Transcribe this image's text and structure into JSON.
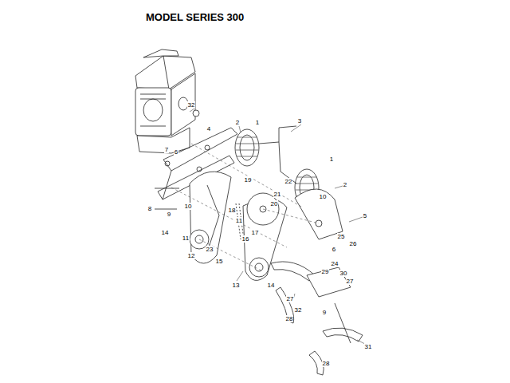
{
  "diagram": {
    "title": "MODEL SERIES 300",
    "labels": [
      "32",
      "2",
      "1",
      "3",
      "4",
      "7",
      "6",
      "1",
      "2",
      "8",
      "9",
      "10",
      "18",
      "11",
      "19",
      "22",
      "21",
      "20",
      "10",
      "5",
      "14",
      "11",
      "12",
      "23",
      "15",
      "16",
      "17",
      "25",
      "26",
      "6",
      "13",
      "14",
      "24",
      "29",
      "30",
      "27",
      "27",
      "32",
      "9",
      "28",
      "28",
      "31"
    ]
  }
}
